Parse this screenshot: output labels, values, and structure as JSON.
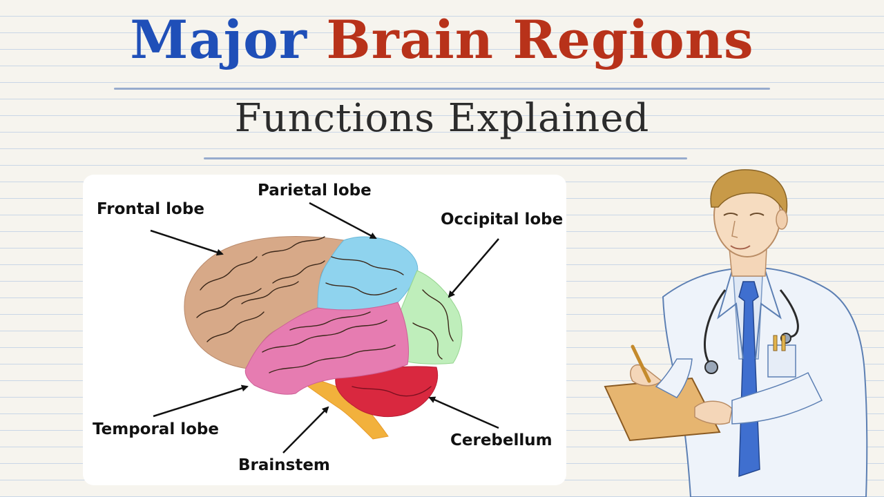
{
  "title": {
    "word1": "Major",
    "word2": "Brain Regions"
  },
  "subtitle": "Functions Explained",
  "labels": {
    "frontal": "Frontal lobe",
    "parietal": "Parietal lobe",
    "occipital": "Occipital lobe",
    "temporal": "Temporal lobe",
    "brainstem": "Brainstem",
    "cerebellum": "Cerebellum"
  },
  "colors": {
    "title_blue": "#1f4fb8",
    "title_red": "#b8321a",
    "frontal": "#d7a988",
    "parietal": "#8fd3ee",
    "occipital": "#bfeebb",
    "temporal": "#e67cb1",
    "cerebellum": "#d9283f",
    "brainstem": "#f2b13c"
  }
}
